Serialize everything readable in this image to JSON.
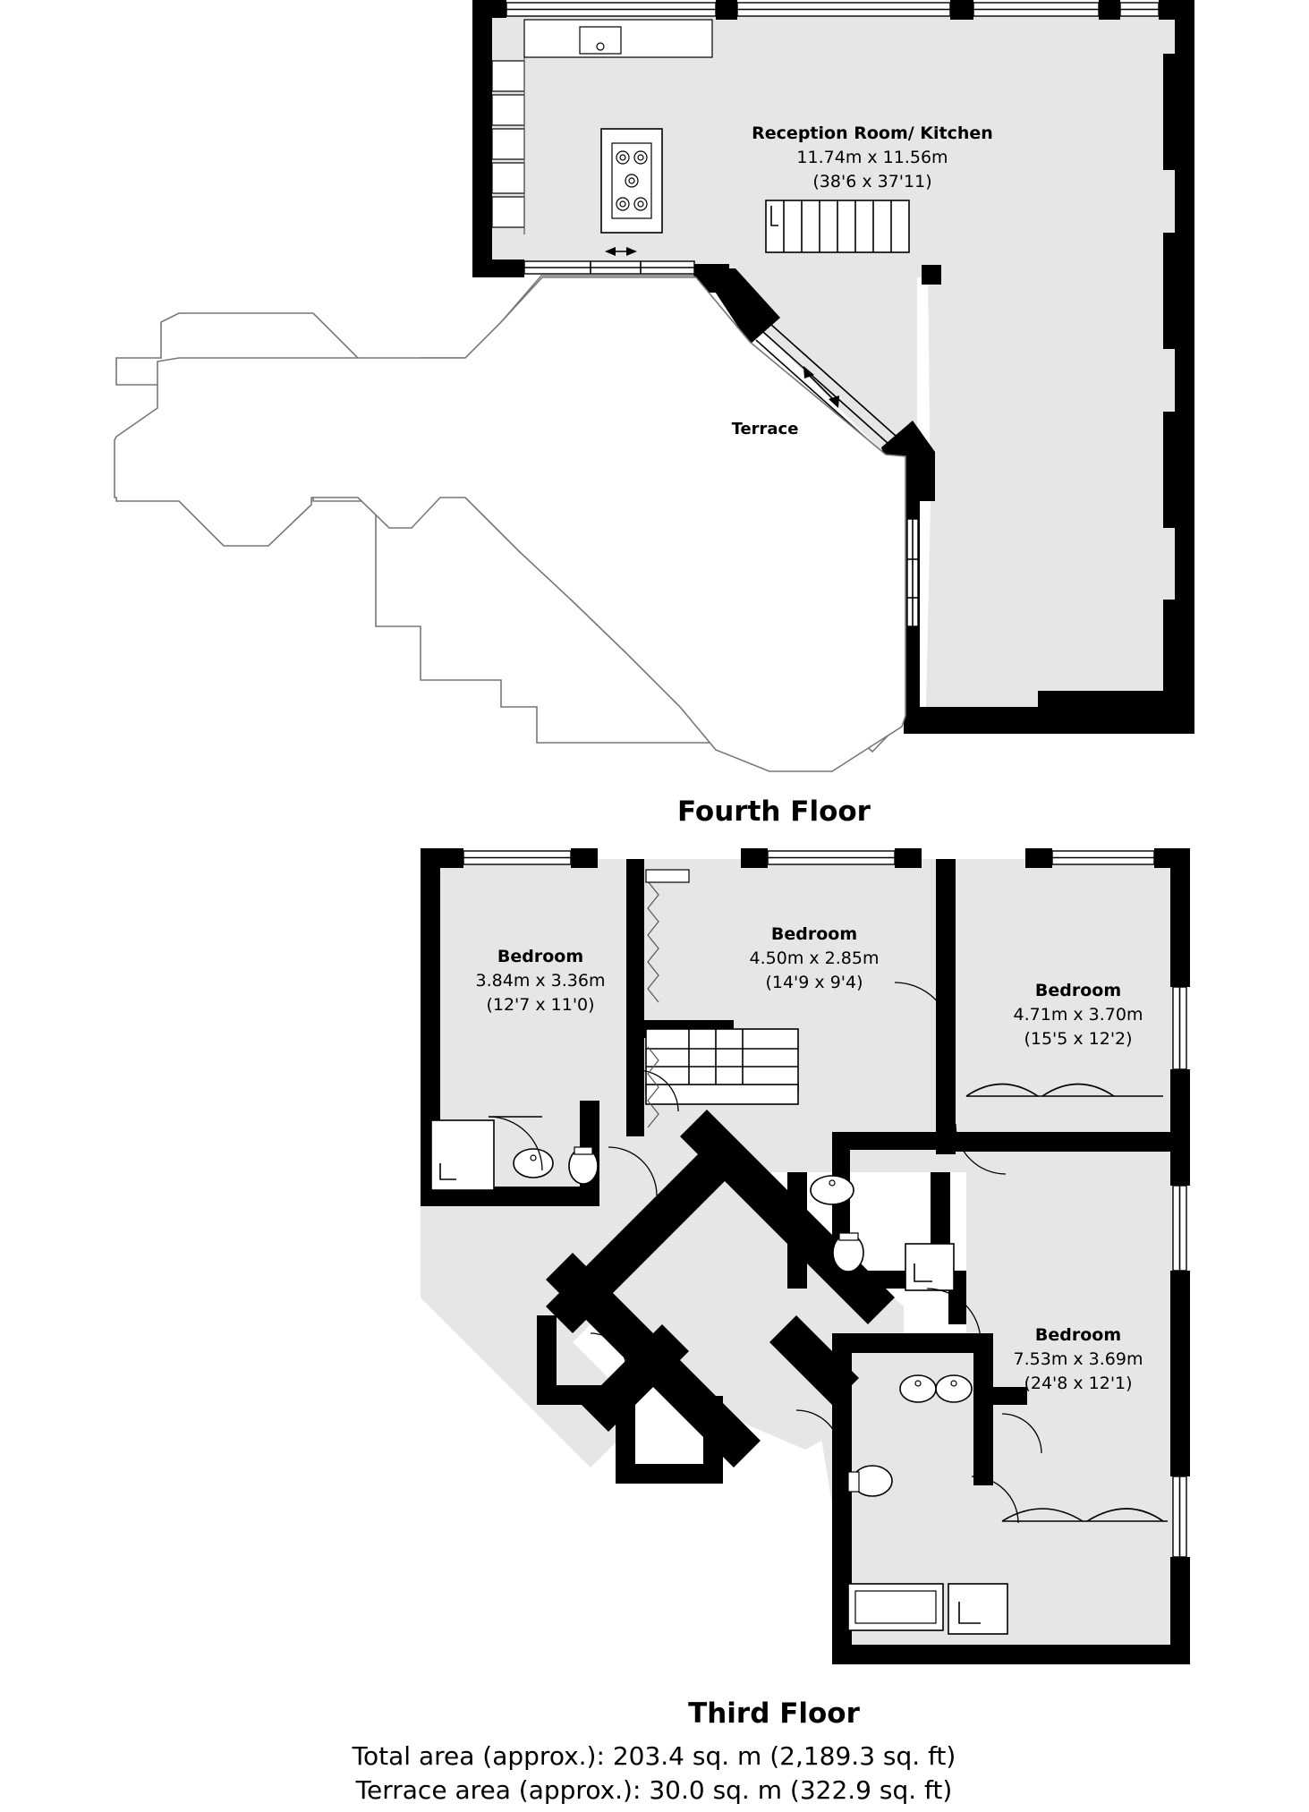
{
  "document": {
    "type": "floor-plan",
    "background_color": "#ffffff",
    "room_fill_color": "#e6e6e6",
    "wall_color": "#000000",
    "text_color": "#000000"
  },
  "floors": [
    {
      "id": "fourth-floor",
      "title": "Fourth Floor",
      "rooms": [
        {
          "id": "reception-kitchen",
          "name": "Reception Room/ Kitchen",
          "dim_metric": "11.74m x 11.56m",
          "dim_imperial": "(38'6 x 37'11)"
        },
        {
          "id": "terrace",
          "name": "Terrace",
          "dim_metric": "",
          "dim_imperial": ""
        }
      ]
    },
    {
      "id": "third-floor",
      "title": "Third Floor",
      "rooms": [
        {
          "id": "bedroom-1",
          "name": "Bedroom",
          "dim_metric": "3.84m x 3.36m",
          "dim_imperial": "(12'7 x 11'0)"
        },
        {
          "id": "bedroom-2",
          "name": "Bedroom",
          "dim_metric": "4.50m x 2.85m",
          "dim_imperial": "(14'9 x 9'4)"
        },
        {
          "id": "bedroom-3",
          "name": "Bedroom",
          "dim_metric": "4.71m x 3.70m",
          "dim_imperial": "(15'5 x 12'2)"
        },
        {
          "id": "bedroom-4",
          "name": "Bedroom",
          "dim_metric": "7.53m x 3.69m",
          "dim_imperial": "(24'8 x 12'1)"
        }
      ]
    }
  ],
  "summary": {
    "total_area": "Total area (approx.): 203.4 sq. m (2,189.3 sq. ft)",
    "terrace_area": "Terrace area (approx.): 30.0 sq. m (322.9 sq. ft)"
  }
}
